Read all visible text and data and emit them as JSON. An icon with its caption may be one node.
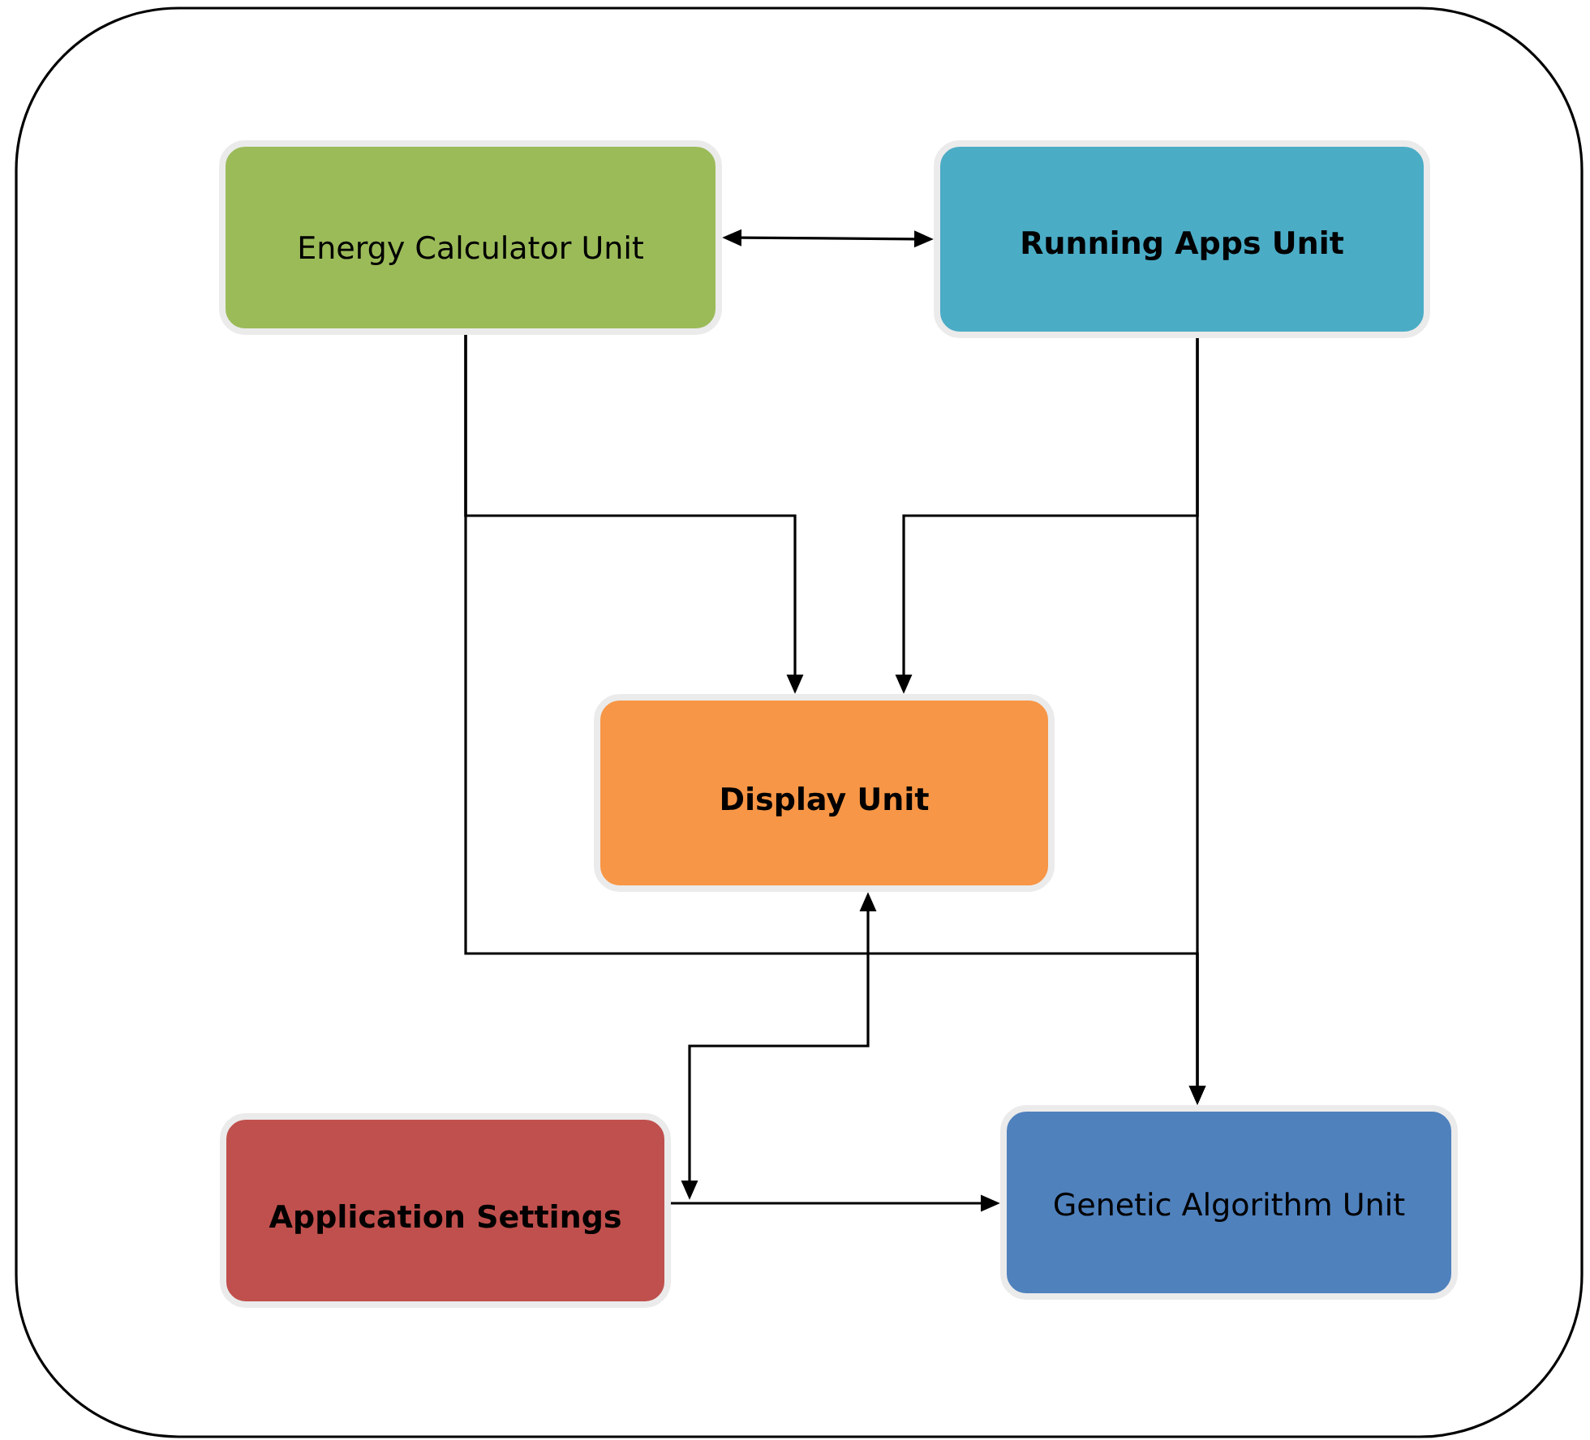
{
  "diagram": {
    "nodes": [
      {
        "text": [
          "Energy Calculator Unit"
        ]
      },
      {
        "text": [
          "Running Apps Unit"
        ]
      },
      {
        "text": [
          "Display Unit"
        ]
      },
      {
        "text": [
          "Application Settings"
        ]
      },
      {
        "text": [
          "Genetic Algorithm Unit"
        ]
      }
    ],
    "edges": [
      {
        "from": 0,
        "to": 1,
        "arrow": "both"
      },
      {
        "from": 0,
        "to": 2,
        "arrow": "to"
      },
      {
        "from": 1,
        "to": 2,
        "arrow": "to"
      },
      {
        "from": 0,
        "to": 4,
        "arrow": "to"
      },
      {
        "from": 1,
        "to": 4,
        "arrow": "to"
      },
      {
        "from": 2,
        "to": 3,
        "arrow": "both"
      },
      {
        "from": 3,
        "to": 4,
        "arrow": "to"
      }
    ]
  }
}
